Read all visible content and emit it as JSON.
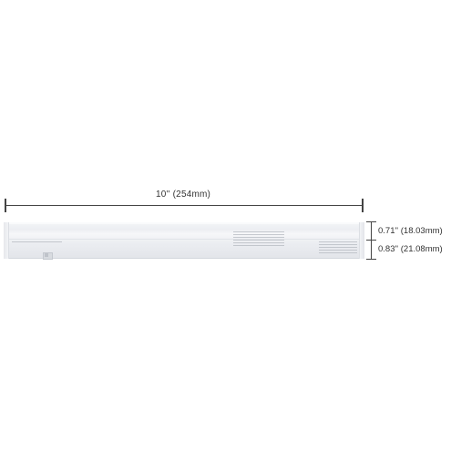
{
  "dimensions": {
    "length": "10''  (254mm)",
    "height_upper": "0.71''  (18.03mm)",
    "height_lower": "0.83''  (21.08mm)"
  },
  "colors": {
    "background": "#ffffff",
    "fixture": "#eceef2",
    "dimension_line": "#444444"
  }
}
